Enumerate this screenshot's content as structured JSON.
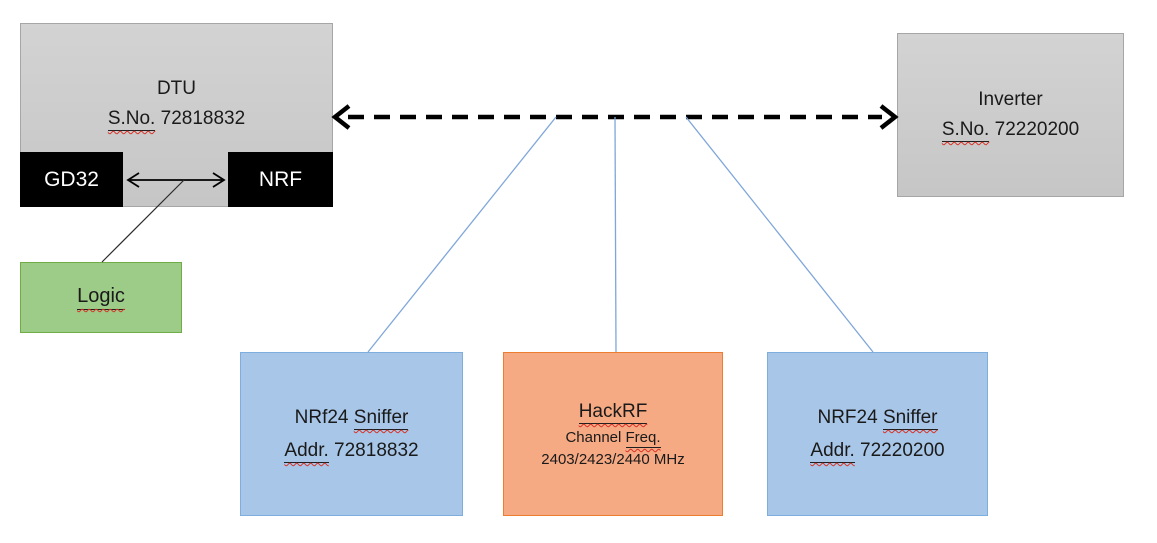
{
  "diagram": {
    "dtu": {
      "title": "DTU",
      "serial_label": "S.No.",
      "serial_number": "72818832"
    },
    "gd32": {
      "label": "GD32"
    },
    "nrf": {
      "label": "NRF"
    },
    "logic": {
      "label": "Logic"
    },
    "inverter": {
      "title": "Inverter",
      "serial_label": "S.No.",
      "serial_number": "72220200"
    },
    "sniffer_left": {
      "name_prefix": "NRf24",
      "name_word": "Sniffer",
      "addr_label": "Addr.",
      "addr_number": "72818832"
    },
    "hackrf": {
      "title": "HackRF",
      "channel_prefix": "Channel",
      "channel_word": "Freq.",
      "frequencies": "2403/2423/2440 MHz"
    },
    "sniffer_right": {
      "name_prefix": "NRF24",
      "name_word": "Sniffer",
      "addr_label": "Addr.",
      "addr_number": "72220200"
    },
    "colors": {
      "box_gray_fill": "#cbcbcb",
      "box_gray_border": "#a6a6a6",
      "box_black_fill": "#000000",
      "box_green_fill": "#9dcb88",
      "box_green_border": "#70ad47",
      "box_blue_fill": "#a8c6e7",
      "box_blue_border": "#7eaedd",
      "box_orange_fill": "#f5aa84",
      "box_orange_border": "#ed7d31",
      "connector_blue": "#7ea6d9",
      "arrow_black": "#000000",
      "spellcheck_red": "#d93025"
    }
  }
}
